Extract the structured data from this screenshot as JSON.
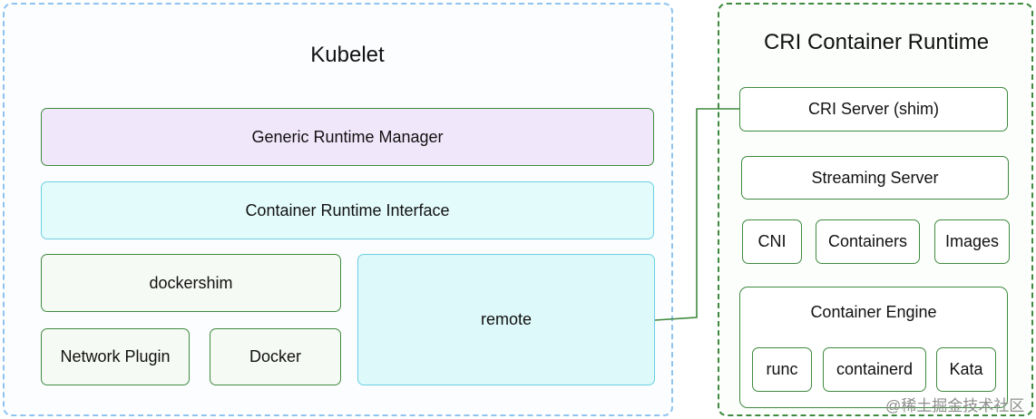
{
  "kubelet": {
    "title": "Kubelet",
    "generic_runtime_manager": "Generic Runtime Manager",
    "container_runtime_interface": "Container Runtime Interface",
    "dockershim": "dockershim",
    "network_plugin": "Network Plugin",
    "docker": "Docker",
    "remote": "remote"
  },
  "cri_runtime": {
    "title": "CRI Container Runtime",
    "cri_server": "CRI Server (shim)",
    "streaming_server": "Streaming Server",
    "cni": "CNI",
    "containers": "Containers",
    "images": "Images",
    "container_engine": {
      "label": "Container Engine",
      "runc": "runc",
      "containerd": "containerd",
      "kata": "Kata"
    }
  },
  "watermark": "@稀土掘金技术社区",
  "colors": {
    "kubelet_border": "#8fc3ee",
    "cri_border": "#3f8a3f",
    "box_border": "#3f8a3f",
    "purple_fill": "#f1e7fa",
    "cyan_border": "#6ccfe3",
    "cyan_fill": "#e4fbfb",
    "green_fill": "#f6faf4"
  }
}
